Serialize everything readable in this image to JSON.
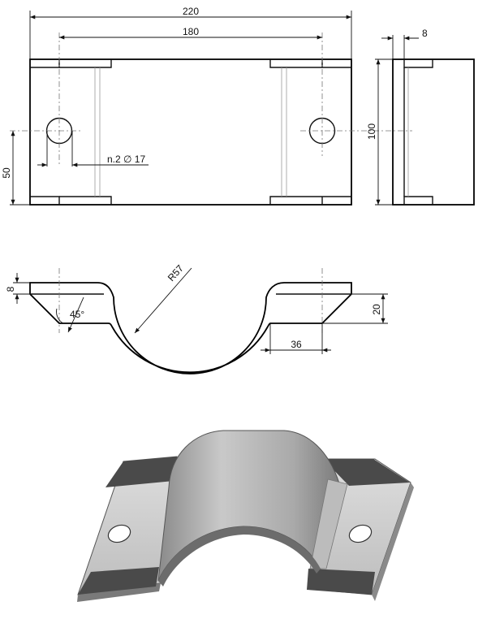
{
  "dimensions": {
    "overall_width": "220",
    "hole_spacing": "180",
    "hole_note": "n.2 ∅ 17",
    "hole_height": "50",
    "overall_height": "100",
    "thickness": "8",
    "side_thickness": "8",
    "bend_radius": "R57",
    "chamfer_angle": "45°",
    "flange_height": "20",
    "flange_width": "36"
  },
  "colors": {
    "line": "#111111",
    "centerline": "#777777",
    "model_face_light": "#d2d2d2",
    "model_face_dark": "#4a4a4a",
    "model_arch": "#b4b4b4"
  }
}
